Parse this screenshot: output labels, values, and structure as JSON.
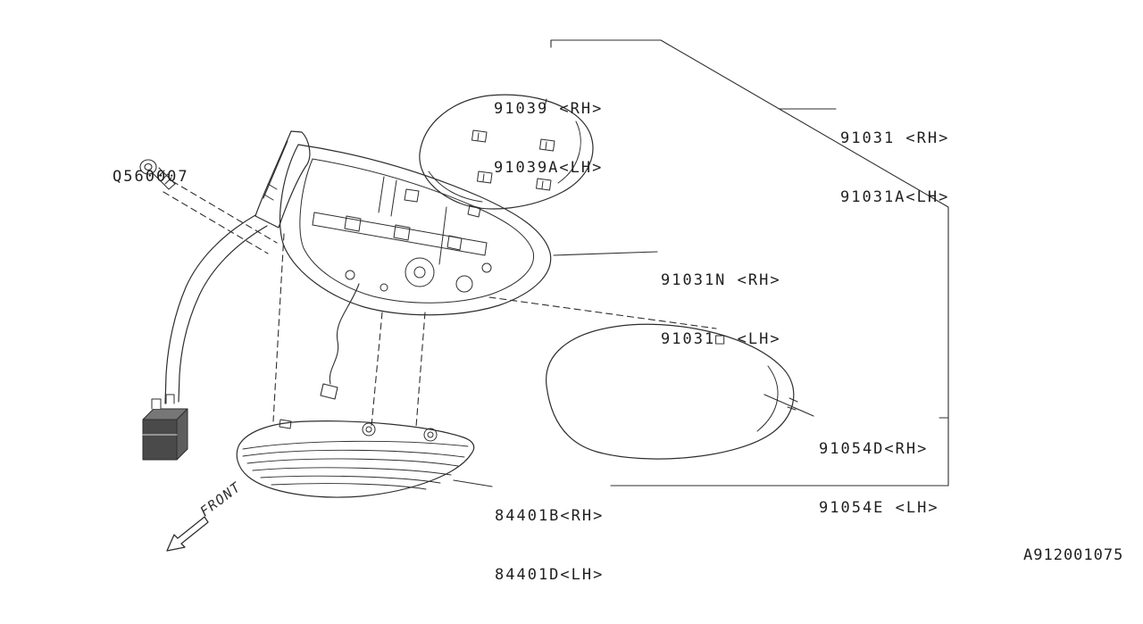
{
  "colors": {
    "background": "#ffffff",
    "line": "#2e2e2e",
    "text": "#1f1f1f"
  },
  "labels": {
    "screw": {
      "line1": "Q560007"
    },
    "mirror_cover": {
      "line1": "91039 <RH>",
      "line2": "91039A<LH>"
    },
    "mirror_assembly": {
      "line1": "91031 <RH>",
      "line2": "91031A<LH>"
    },
    "mirror_body": {
      "line1": "91031N <RH>",
      "line2": "91031□ <LH>"
    },
    "mirror_glass": {
      "line1": "91054D<RH>",
      "line2": "91054E <LH>"
    },
    "turn_signal_lamp": {
      "line1": "84401B<RH>",
      "line2": "84401D<LH>"
    }
  },
  "front_indicator": "FRONT",
  "diagram_code": "A912001075"
}
